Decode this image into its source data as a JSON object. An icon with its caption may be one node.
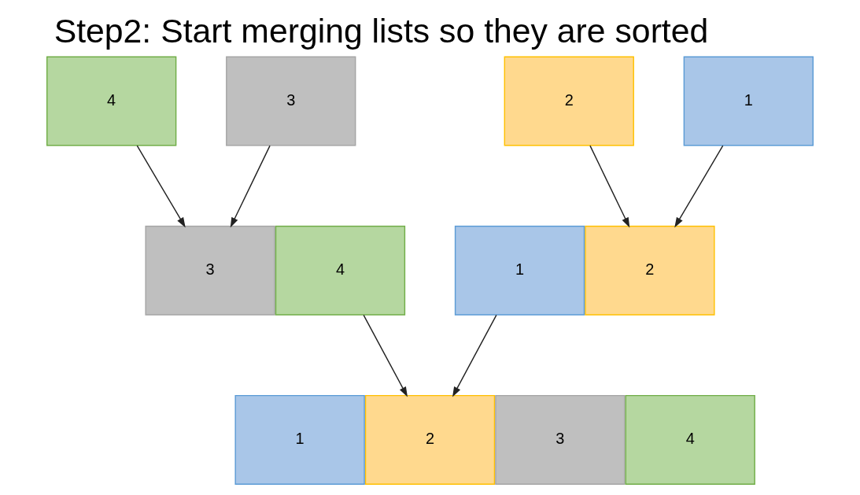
{
  "diagram": {
    "title": "Step2: Start merging lists so they are sorted",
    "nodes": [
      {
        "text": [
          "4"
        ]
      },
      {
        "text": [
          "3"
        ]
      },
      {
        "text": [
          "2"
        ]
      },
      {
        "text": [
          "1"
        ]
      },
      {
        "text": [
          "3"
        ]
      },
      {
        "text": [
          "4"
        ]
      },
      {
        "text": [
          "1"
        ]
      },
      {
        "text": [
          "2"
        ]
      },
      {
        "text": [
          "1"
        ]
      },
      {
        "text": [
          "2"
        ]
      },
      {
        "text": [
          "3"
        ]
      },
      {
        "text": [
          "4"
        ]
      }
    ],
    "edges": [
      {
        "from": 0,
        "to": 4,
        "arrow": "to"
      },
      {
        "from": 1,
        "to": 4,
        "arrow": "to"
      },
      {
        "from": 2,
        "to": 7,
        "arrow": "to"
      },
      {
        "from": 3,
        "to": 7,
        "arrow": "to"
      },
      {
        "from": 5,
        "to": 9,
        "arrow": "to"
      },
      {
        "from": 6,
        "to": 9,
        "arrow": "to"
      }
    ]
  }
}
